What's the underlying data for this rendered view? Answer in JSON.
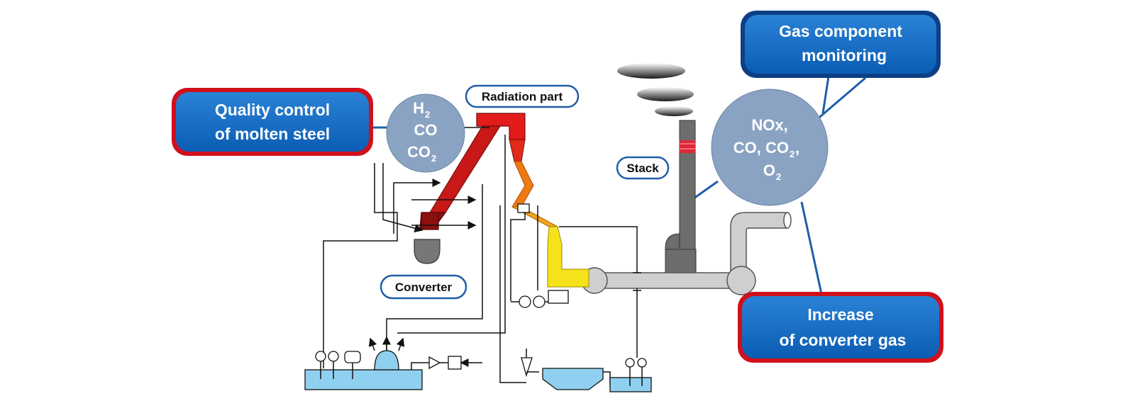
{
  "callouts": {
    "quality_line1": "Quality control",
    "quality_line2": "of molten steel",
    "gas_line1": "Gas component",
    "gas_line2": "monitoring",
    "increase_line1": "Increase",
    "increase_line2": "of converter gas"
  },
  "circles": {
    "left": {
      "h2": "H",
      "h2_sub": "2",
      "co": "CO",
      "co2": "CO",
      "co2_sub": "2"
    },
    "right": {
      "nox": "NOx,",
      "co_prefix": "CO, CO",
      "co2_sub": "2",
      "co2_comma": ",",
      "o2": "O",
      "o2_sub": "2"
    }
  },
  "labels": {
    "radiation_part": "Radiation part",
    "stack": "Stack",
    "converter": "Converter"
  },
  "colors": {
    "callout_blue": "#1565c0",
    "callout_red_border": "#d0101a",
    "callout_blue_border": "#0d3f86",
    "circle_fill": "#8aa3c3",
    "hot_red": "#e31b1b",
    "dark_red": "#8b1010",
    "orange": "#f07a12",
    "yellow": "#f6e21a",
    "pipe_gray": "#cfcfcf",
    "stack_gray": "#6d6d6d",
    "water_blue": "#8fd0f0"
  }
}
